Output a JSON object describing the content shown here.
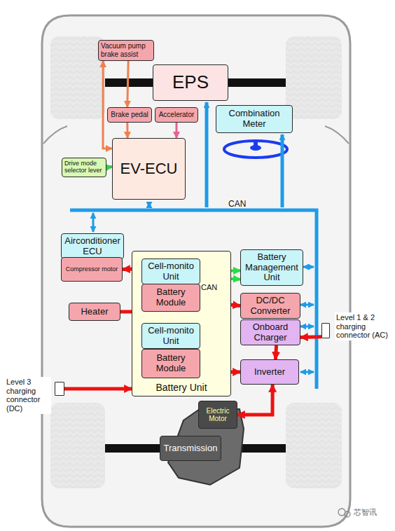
{
  "diagram": {
    "nodes": [
      {
        "text": [
          "Vacuum pump brake assist"
        ]
      },
      {
        "text": [
          "EPS"
        ]
      },
      {
        "text": [
          "Brake pedal"
        ]
      },
      {
        "text": [
          "Accelerator"
        ]
      },
      {
        "text": [
          "Combination Meter"
        ]
      },
      {
        "text": [
          "Drive mode selector lever"
        ]
      },
      {
        "text": [
          "EV-ECU"
        ]
      },
      {
        "text": [
          "Airconditioner ECU"
        ]
      },
      {
        "text": [
          "Compressor motor"
        ]
      },
      {
        "text": [
          "Battery Unit"
        ]
      },
      {
        "text": [
          "Cell-monito Unit"
        ],
        "in": 9
      },
      {
        "text": [
          "Battery Module"
        ],
        "in": 9
      },
      {
        "text": [
          "Cell-monito Unit"
        ],
        "in": 9
      },
      {
        "text": [
          "Battery Module"
        ],
        "in": 9
      },
      {
        "text": [
          "Battery Management Unit"
        ]
      },
      {
        "text": [
          "Heater"
        ]
      },
      {
        "text": [
          "DC/DC Converter"
        ]
      },
      {
        "text": [
          "Onboard Charger"
        ]
      },
      {
        "text": [
          "Inverter"
        ]
      },
      {
        "text": [
          "Level 1 & 2 charging connector (AC)"
        ]
      },
      {
        "text": [
          "Level 3 charging connector (DC)"
        ]
      },
      {
        "text": [
          "Electric Motor"
        ]
      },
      {
        "text": [
          "Transmission"
        ]
      }
    ],
    "edges": [
      {
        "from": 6,
        "to": 0,
        "arrow": "both"
      },
      {
        "from": 0,
        "to": 2,
        "arrow": "to"
      },
      {
        "from": 2,
        "to": 6,
        "arrow": "to"
      },
      {
        "from": 3,
        "to": 6,
        "arrow": "to"
      },
      {
        "from": 5,
        "to": 6,
        "arrow": "to"
      },
      {
        "from": 9,
        "to": 8,
        "arrow": "to"
      },
      {
        "from": 9,
        "to": 15,
        "arrow": "none"
      },
      {
        "from": 10,
        "to": 14,
        "arrow": "both"
      },
      {
        "from": 12,
        "to": 14,
        "arrow": "both"
      },
      {
        "from": 9,
        "to": 16,
        "arrow": "to"
      },
      {
        "from": 9,
        "to": 18,
        "arrow": "to"
      },
      {
        "from": 19,
        "to": 17,
        "arrow": "to"
      },
      {
        "from": 20,
        "to": 9,
        "arrow": "to"
      },
      {
        "from": 17,
        "to": 18,
        "arrow": "to"
      },
      {
        "from": 18,
        "to": 21,
        "arrow": "both"
      }
    ],
    "labels": [
      "CAN",
      "CAN",
      "芯智讯"
    ]
  }
}
